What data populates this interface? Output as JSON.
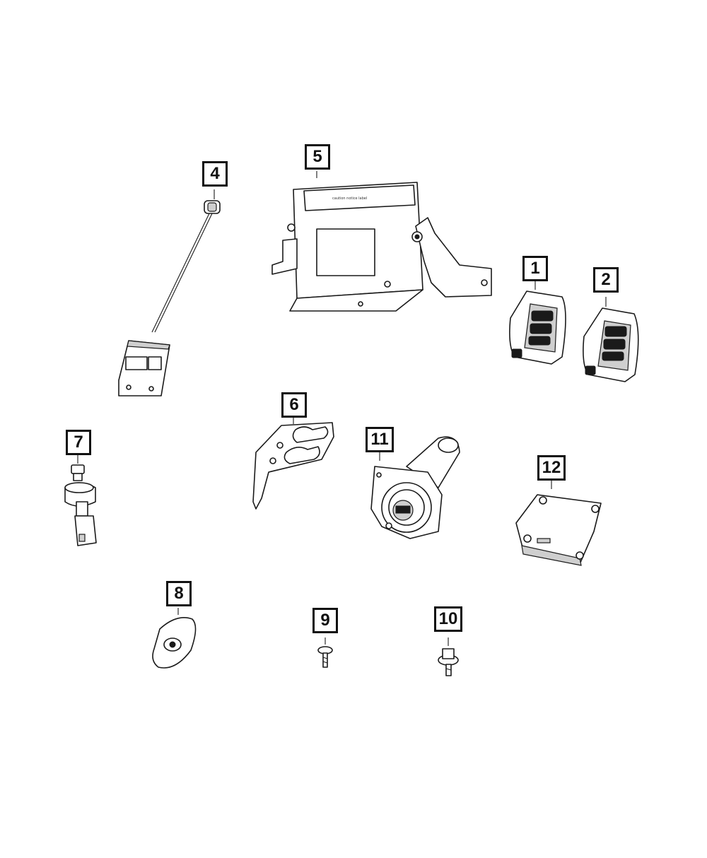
{
  "callouts": {
    "c1": "1",
    "c2": "2",
    "c4": "4",
    "c5": "5",
    "c6": "6",
    "c7": "7",
    "c8": "8",
    "c9": "9",
    "c10": "10",
    "c11": "11",
    "c12": "12"
  },
  "parts": [
    {
      "callout": "1",
      "icon": "key-fob-icon"
    },
    {
      "callout": "2",
      "icon": "key-fob-icon"
    },
    {
      "callout": "4",
      "icon": "antenna-module-icon"
    },
    {
      "callout": "5",
      "icon": "control-module-icon"
    },
    {
      "callout": "6",
      "icon": "bracket-icon"
    },
    {
      "callout": "7",
      "icon": "switch-icon"
    },
    {
      "callout": "8",
      "icon": "bezel-icon"
    },
    {
      "callout": "9",
      "icon": "screw-icon"
    },
    {
      "callout": "10",
      "icon": "bolt-icon"
    },
    {
      "callout": "11",
      "icon": "ignition-switch-icon"
    },
    {
      "callout": "12",
      "icon": "receiver-module-icon"
    }
  ]
}
